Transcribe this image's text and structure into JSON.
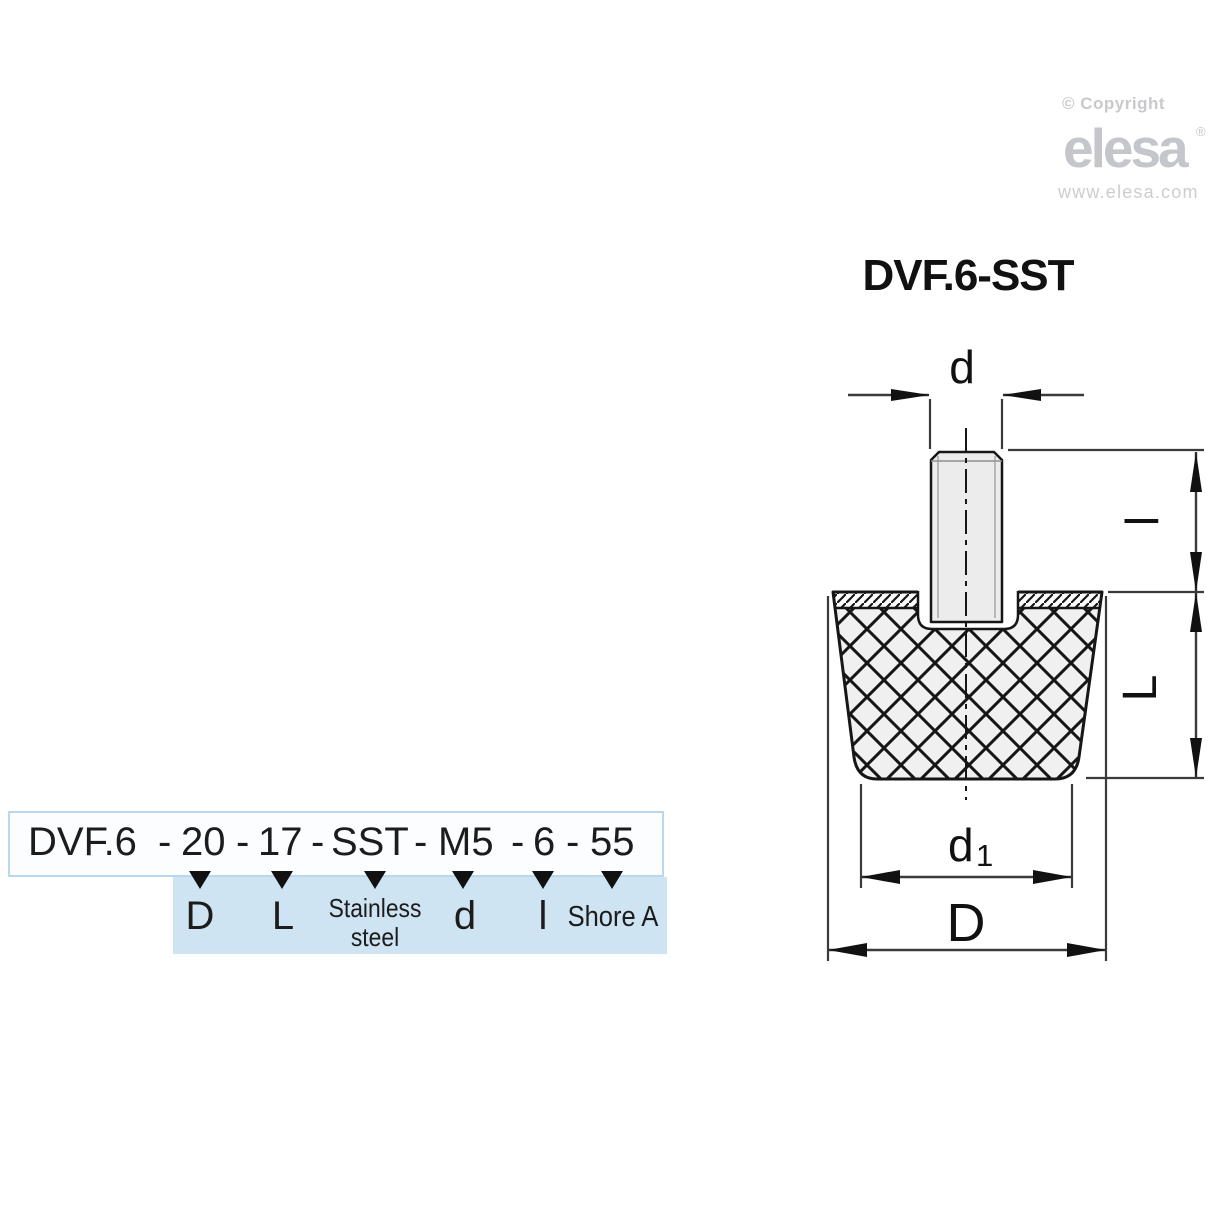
{
  "logo": {
    "copyright": "© Copyright",
    "brand": "elesa",
    "registered": "®",
    "website": "www.elesa.com"
  },
  "title": "DVF.6-SST",
  "drawing": {
    "labels": {
      "d": "d",
      "l": "l",
      "L": "L",
      "d1_base": "d",
      "d1_sub": "1",
      "D": "D"
    }
  },
  "order_code": {
    "segments": [
      "DVF.6",
      "-",
      "20",
      "-",
      "17",
      "-",
      "SST",
      "-",
      "M5",
      "-",
      "6",
      "-",
      "55"
    ],
    "labels": {
      "D": "D",
      "L": "L",
      "stainless_line1": "Stainless",
      "stainless_line2": "steel",
      "d": "d",
      "l": "l",
      "shore": "Shore A"
    }
  },
  "colors": {
    "outline": "#161616",
    "dim_line": "#3a3a3a",
    "stud_fill": "#ececec",
    "body_fill": "#f0f0f0",
    "code_box_border": "#b9d8eb",
    "label_box_bg": "#cfe4f3",
    "logo_gray": "#c4c6cb"
  }
}
